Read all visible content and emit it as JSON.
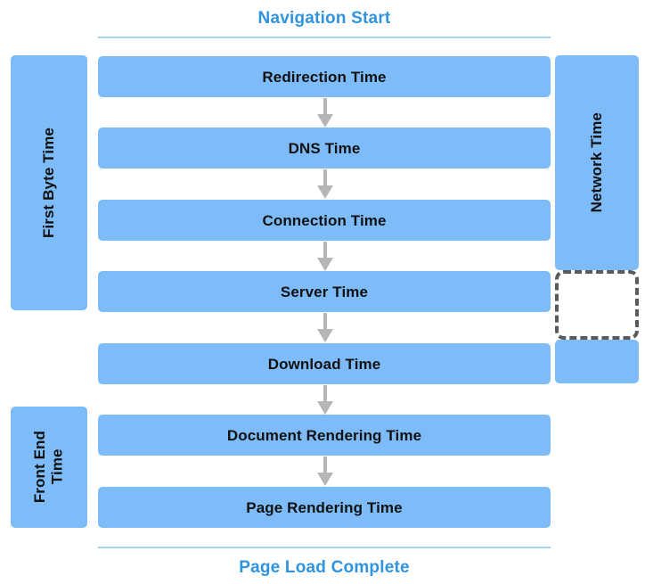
{
  "diagram": {
    "title_top": "Navigation Start",
    "title_bottom": "Page Load Complete",
    "accent_color": "#3094DC",
    "block_color": "#7DBCF9",
    "rule_color": "#A9D4F2",
    "arrow_color": "#B6B6B6",
    "dashed_color": "#5A5A5A",
    "text_color": "#111111"
  },
  "stages": [
    {
      "label": "Redirection Time"
    },
    {
      "label": "DNS Time"
    },
    {
      "label": "Connection Time"
    },
    {
      "label": "Server Time"
    },
    {
      "label": "Download Time"
    },
    {
      "label": "Document Rendering Time"
    },
    {
      "label": "Page Rendering Time"
    }
  ],
  "groups": {
    "left": [
      {
        "label": "First Byte Time",
        "covers": "Redirection Time through Server Time"
      },
      {
        "label": "Front End\nTime",
        "covers": "Document Rendering Time through Page Rendering Time"
      }
    ],
    "right": [
      {
        "label": "Network Time",
        "covers": "Redirection Time through Connection Time"
      }
    ]
  },
  "arrows": [
    {
      "from": "Redirection Time",
      "to": "DNS Time"
    },
    {
      "from": "DNS Time",
      "to": "Connection Time"
    },
    {
      "from": "Connection Time",
      "to": "Server Time"
    },
    {
      "from": "Server Time",
      "to": "Download Time"
    },
    {
      "from": "Download Time",
      "to": "Document Rendering Time"
    },
    {
      "from": "Document Rendering Time",
      "to": "Page Rendering Time"
    }
  ],
  "dashed_placeholder": {
    "label": ""
  }
}
